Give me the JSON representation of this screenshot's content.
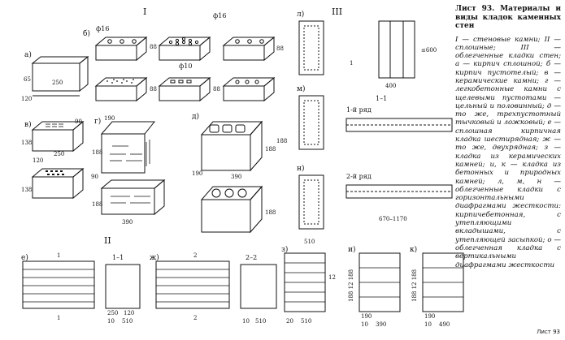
{
  "caption": {
    "title": "Лист 93. Материалы и виды кладок каменных стен",
    "body": "I — стеновые камни; II — сплошные; III — облегченные кладки стен; а — кирпич сплошной; б — кирпич пустотелый; в — керамические камни; г — легкобетонные камни с щелевыми пустотами — цельный и половинный; д — то же, трехпустотный тычковый и ложковый; е — сплошная кирпичная кладка шестирядная; ж — то же, двухрядная; з — кладка из керамических камней; и, к — кладка из бетонных и природных камней; л, м, н — облегченные кладки с горизонтальными диафрагмами жесткости: кирпичебетонная, с утепляющими вкладышами, с утепляющей засыпкой; о — облегченная кладка с вертикальными диафрагмами жесткости"
  },
  "groups": {
    "g1": "I",
    "g2": "II",
    "g3": "III"
  },
  "labels": {
    "a": "а)",
    "b": "б)",
    "v": "в)",
    "g": "г)",
    "d": "д)",
    "e": "е)",
    "zh": "ж)",
    "z": "з)",
    "i": "и)",
    "k": "к)",
    "l": "л)",
    "m": "м)",
    "n": "н)"
  },
  "phi": {
    "p16a": "ф16",
    "p16b": "ф16",
    "p10": "ф10"
  },
  "dims": {
    "d250": "250",
    "d120": "120",
    "d65": "65",
    "d88a": "88",
    "d88b": "88",
    "d88c": "88",
    "d88d": "88",
    "d138a": "138",
    "d138b": "138",
    "d250b": "250",
    "d120b": "120",
    "d90": "90",
    "d190a": "190",
    "d188a": "188",
    "d190b": "190",
    "d390a": "390",
    "d188b": "188",
    "d90b": "90",
    "d188c": "188",
    "d390b": "390",
    "d400": "400",
    "d600": "≤600",
    "d670": "670–1170",
    "d510": "510",
    "d188r": "188",
    "d188s": "188",
    "e250": "250",
    "e120": "120",
    "e510": "510",
    "e10": "10",
    "zh510": "510",
    "zh10": "10",
    "z20": "20",
    "z510": "510",
    "i190": "190",
    "i10": "10",
    "i390": "390",
    "k190": "190",
    "k10": "10",
    "k490": "490",
    "ivert": "188 12 188",
    "kvert": "188 12 188",
    "z12": "12",
    "s11a": "1",
    "s11b": "1",
    "s22a": "2",
    "s22b": "2",
    "s12": "1"
  },
  "sections": {
    "s11": "1–1",
    "s22": "2–2",
    "r11": "1–1",
    "row1": "1-й ряд",
    "row2": "2-й ряд"
  },
  "footer": "Лист 93"
}
